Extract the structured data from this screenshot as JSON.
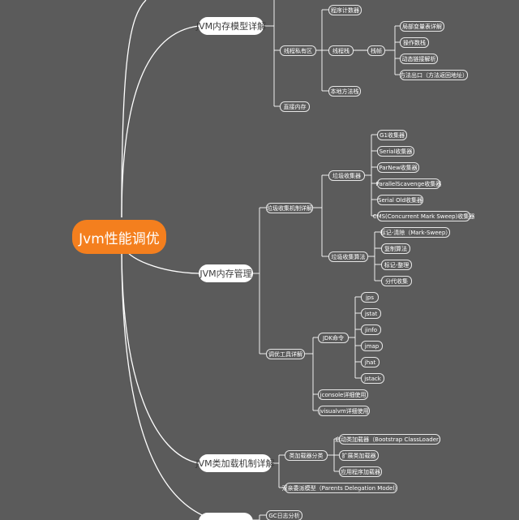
{
  "root": "Jvm性能调优",
  "branches": {
    "memory_model": {
      "label": "JVM内存模型详解",
      "thread_private": "线程私有区",
      "pc": "程序计数器",
      "thread_stack": "线程栈",
      "frame": "栈帧",
      "frame_items": [
        "局部变量表详解",
        "操作数栈",
        "动态链接解析",
        "方法出口（方法返回地址）"
      ],
      "native_stack": "本地方法栈",
      "direct_memory": "直接内存"
    },
    "memory_mgmt": {
      "label": "JVM内存管理",
      "gc_mechanism": "垃圾收集机制详解",
      "collectors": "垃圾收集器",
      "collector_items": [
        "G1收集器",
        "Serial收集器",
        "ParNew收集器",
        "ParallelScavenge收集器",
        "Serial Old收集器",
        "CMS(Concurrent Mark Sweep)收集器"
      ],
      "algorithms": "垃圾收集算法",
      "algorithm_items": [
        "标记-清除（Mark-Sweep）",
        "复制算法",
        "标记-整理",
        "分代收集"
      ],
      "tuning_tools": "调优工具详解",
      "jdk_cmd": "JDK命令",
      "jdk_items": [
        "jps",
        "jstat",
        "jinfo",
        "jmap",
        "jhat",
        "jstack"
      ],
      "jconsole": "jconsole详细使用",
      "jvisualvm": "jvisualvm详细使用"
    },
    "class_loading": {
      "label": "JVM类加载机制详解",
      "loader_types": "类加载器分类",
      "loader_items": [
        "启动类加载器（Bootstrap ClassLoader）",
        "扩展类加载器",
        "应用程序加载器"
      ],
      "parents_model": "双亲委派模型（Parents Delegation Model）"
    },
    "bottom": {
      "gc_log": "GC日志分析"
    }
  },
  "colors": {
    "background": "#5b5b5b",
    "root": "#f47f1e",
    "line": "#ffffff"
  }
}
